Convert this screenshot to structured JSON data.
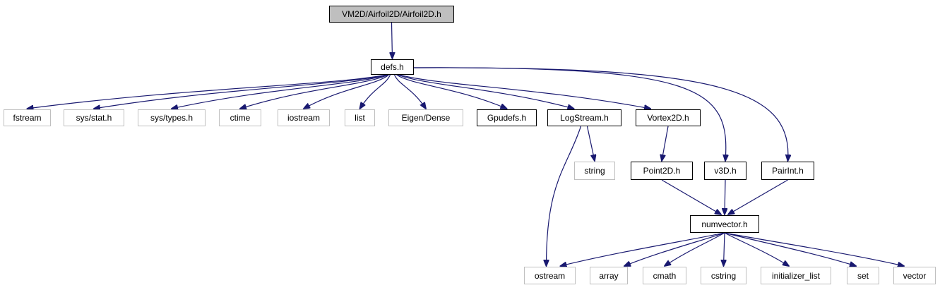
{
  "diagram": {
    "type": "include-dependency-graph",
    "colors": {
      "edge": "#191970",
      "documented_border": "#000000",
      "external_border": "#bfbfbf",
      "root_fill": "#bfbfbf"
    },
    "nodes": {
      "root": "VM2D/Airfoil2D/Airfoil2D.h",
      "defs": "defs.h",
      "fstream": "fstream",
      "sys_stat": "sys/stat.h",
      "sys_types": "sys/types.h",
      "ctime": "ctime",
      "iostream": "iostream",
      "list": "list",
      "eigen_dense": "Eigen/Dense",
      "gpudefs": "Gpudefs.h",
      "logstream": "LogStream.h",
      "vortex2d": "Vortex2D.h",
      "string": "string",
      "point2d": "Point2D.h",
      "v3d": "v3D.h",
      "pairint": "PairInt.h",
      "numvector": "numvector.h",
      "ostream": "ostream",
      "array": "array",
      "cmath": "cmath",
      "cstring": "cstring",
      "initializer_list": "initializer_list",
      "set": "set",
      "vector": "vector"
    },
    "edges": [
      [
        "root",
        "defs"
      ],
      [
        "defs",
        "fstream"
      ],
      [
        "defs",
        "sys_stat"
      ],
      [
        "defs",
        "sys_types"
      ],
      [
        "defs",
        "ctime"
      ],
      [
        "defs",
        "iostream"
      ],
      [
        "defs",
        "list"
      ],
      [
        "defs",
        "eigen_dense"
      ],
      [
        "defs",
        "gpudefs"
      ],
      [
        "defs",
        "logstream"
      ],
      [
        "defs",
        "vortex2d"
      ],
      [
        "defs",
        "v3d"
      ],
      [
        "defs",
        "pairint"
      ],
      [
        "logstream",
        "string"
      ],
      [
        "logstream",
        "ostream"
      ],
      [
        "vortex2d",
        "point2d"
      ],
      [
        "point2d",
        "numvector"
      ],
      [
        "v3d",
        "numvector"
      ],
      [
        "pairint",
        "numvector"
      ],
      [
        "numvector",
        "ostream"
      ],
      [
        "numvector",
        "array"
      ],
      [
        "numvector",
        "cmath"
      ],
      [
        "numvector",
        "cstring"
      ],
      [
        "numvector",
        "initializer_list"
      ],
      [
        "numvector",
        "set"
      ],
      [
        "numvector",
        "vector"
      ]
    ]
  }
}
